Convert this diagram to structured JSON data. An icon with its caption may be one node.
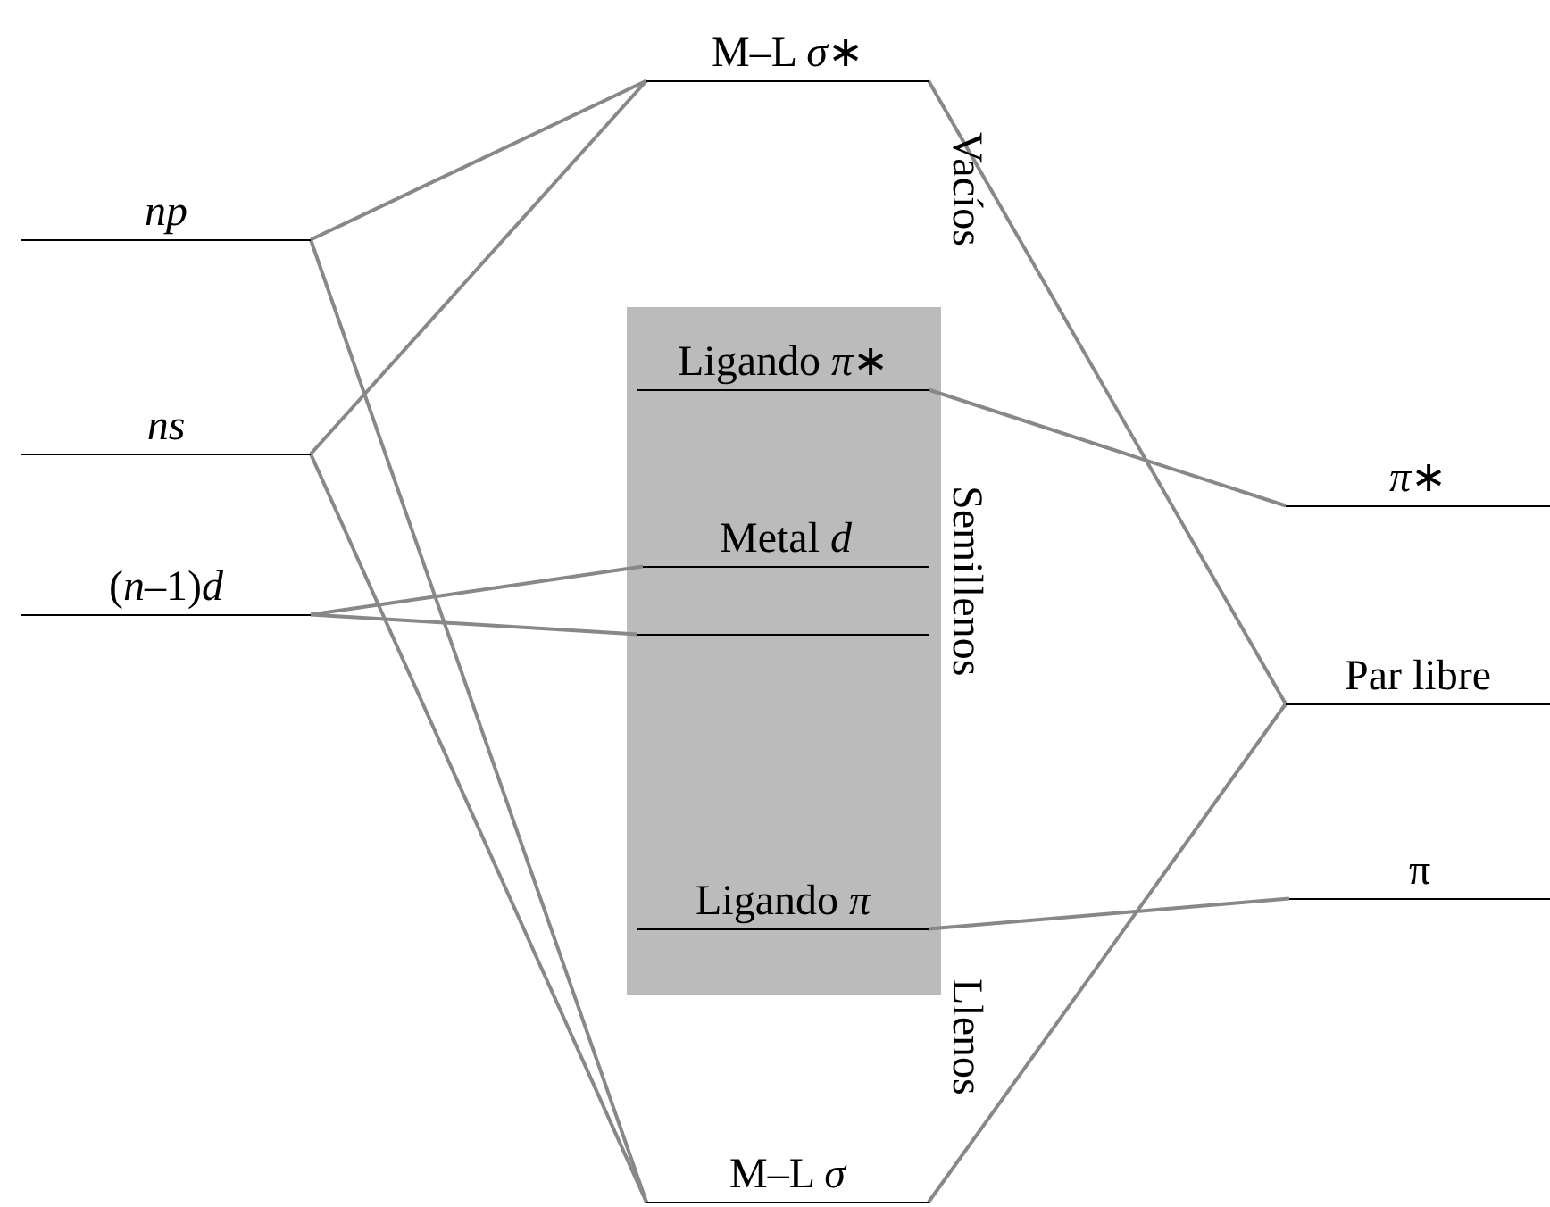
{
  "diagram": {
    "nodes": [
      {
        "text": [
          "np"
        ]
      },
      {
        "text": [
          "ns"
        ]
      },
      {
        "text": [
          "(*n*–1)*d*"
        ]
      },
      {
        "text": [
          "M–L *σ*∗"
        ]
      },
      {
        "text": [],
        "shape": "box"
      },
      {
        "text": [
          "Ligando *π*∗"
        ],
        "in": 4
      },
      {
        "text": [
          "Metal *d*"
        ],
        "in": 4
      },
      {
        "text": [],
        "shape": "bar",
        "in": 4
      },
      {
        "text": [
          "Ligando *π*"
        ],
        "in": 4
      },
      {
        "text": [
          "M–L *σ*"
        ]
      },
      {
        "text": [
          "*π*∗"
        ]
      },
      {
        "text": [
          "Par libre"
        ]
      },
      {
        "text": [
          "π"
        ]
      }
    ],
    "edges": [
      {
        "from": 0,
        "to": 3,
        "arrow": "none"
      },
      {
        "from": 1,
        "to": 3,
        "arrow": "none"
      },
      {
        "from": 0,
        "to": 9,
        "arrow": "none"
      },
      {
        "from": 1,
        "to": 9,
        "arrow": "none"
      },
      {
        "from": 2,
        "to": 6,
        "arrow": "none"
      },
      {
        "from": 2,
        "to": 7,
        "arrow": "none"
      },
      {
        "from": 3,
        "to": 11,
        "arrow": "none"
      },
      {
        "from": 5,
        "to": 10,
        "arrow": "none"
      },
      {
        "from": 8,
        "to": 12,
        "arrow": "none"
      },
      {
        "from": 9,
        "to": 11,
        "arrow": "none"
      }
    ],
    "labels": [
      "Vacíos",
      "Semillenos",
      "Llenos"
    ]
  }
}
